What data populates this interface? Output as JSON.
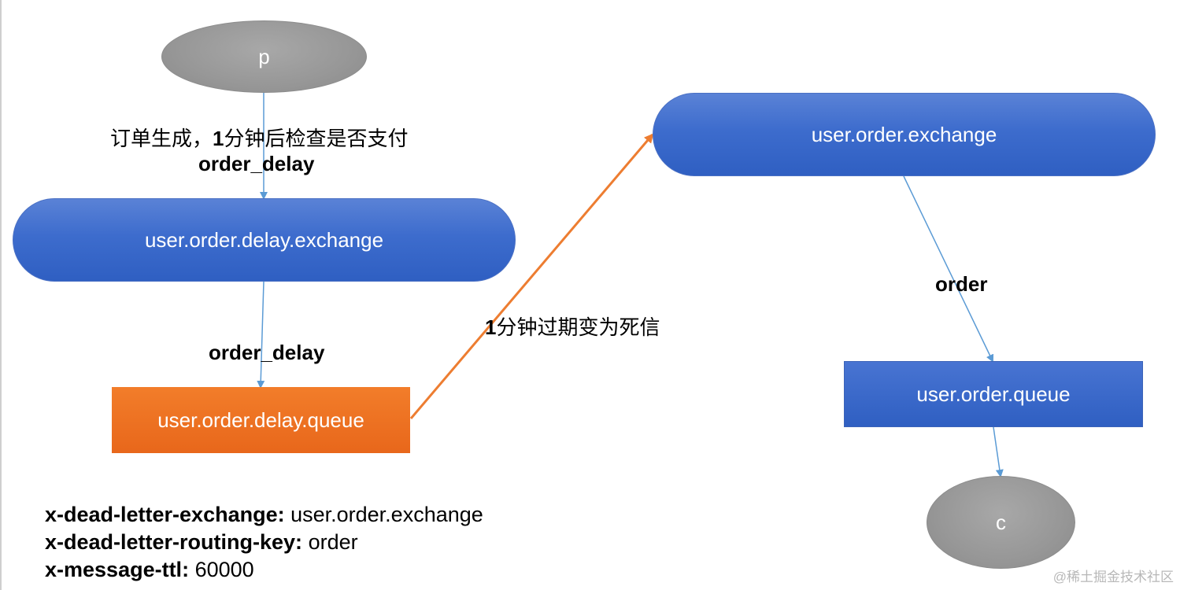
{
  "nodes": {
    "producer": "p",
    "delay_exchange": "user.order.delay.exchange",
    "delay_queue": "user.order.delay.queue",
    "order_exchange": "user.order.exchange",
    "order_queue": "user.order.queue",
    "consumer": "c"
  },
  "labels": {
    "order_generated": "订单生成，",
    "order_generated_num": "1",
    "order_generated_rest": "分钟后检查是否支付",
    "routing_key_top": "order_delay",
    "routing_key_mid": "order_delay",
    "expire_num": "1",
    "expire_rest": "分钟过期变为死信",
    "routing_key_right": "order"
  },
  "queue_args": [
    {
      "key": "x-dead-letter-exchange:",
      "value": "user.order.exchange"
    },
    {
      "key": "x-dead-letter-routing-key:",
      "value": "order"
    },
    {
      "key": "x-message-ttl:",
      "value": "60000"
    }
  ],
  "watermark": "@稀土掘金技术社区",
  "colors": {
    "blue_node": "#3d6ccd",
    "orange_node": "#e8671b",
    "gray_node": "#979797",
    "blue_arrow": "#5b9bd5",
    "orange_arrow": "#ed7d31"
  }
}
